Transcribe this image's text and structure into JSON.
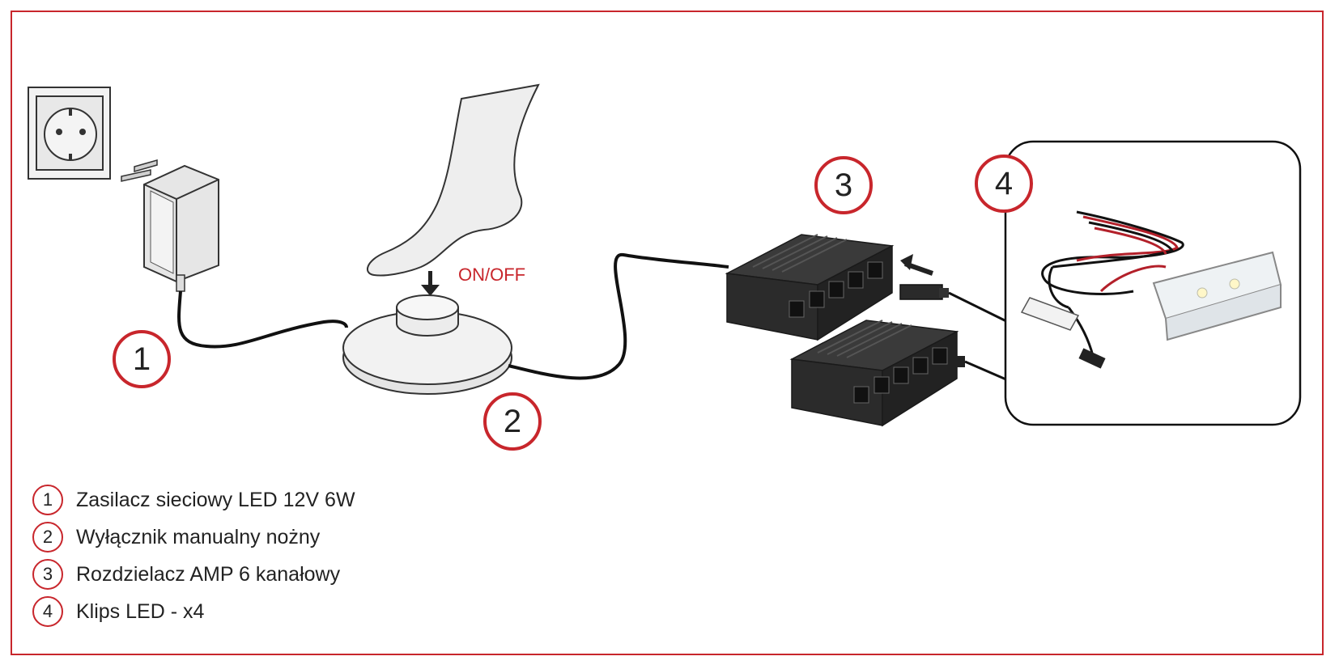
{
  "labels": {
    "switch_label": "ON/OFF"
  },
  "markers": [
    "1",
    "2",
    "3",
    "4"
  ],
  "legend": [
    {
      "number": "1",
      "text": "Zasilacz sieciowy LED 12V 6W"
    },
    {
      "number": "2",
      "text": "Wyłącznik manualny nożny"
    },
    {
      "number": "3",
      "text": "Rozdzielacz AMP 6 kanałowy"
    },
    {
      "number": "4",
      "text": "Klips LED - x4"
    }
  ],
  "colors": {
    "accent": "#c8262c",
    "device_dark": "#2b2b2b",
    "cable": "#111111",
    "red_wire": "#b3202a",
    "light_fill": "#f0f0f0"
  }
}
